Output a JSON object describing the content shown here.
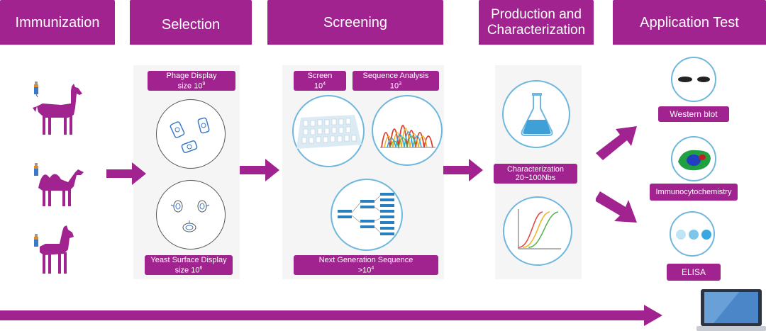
{
  "headers": {
    "immunization": "Immunization",
    "selection": "Selection",
    "screening": "Screening",
    "production": "Production and\nCharacterization",
    "application": "Application Test"
  },
  "selection": {
    "phage_display": "Phage Display",
    "phage_size": "size 10",
    "phage_exp": "9",
    "yeast_display": "Yeast Surface Display",
    "yeast_size": "size 10",
    "yeast_exp": "6"
  },
  "screening": {
    "screen": "Screen",
    "screen_num": "10",
    "screen_exp": "4",
    "sequence_analysis": "Sequence Analysis",
    "seq_num": "10",
    "seq_exp": "3",
    "ngs": "Next Generation Sequence",
    "ngs_num": ">10",
    "ngs_exp": "4"
  },
  "production": {
    "characterization": "Characterization",
    "range": "20~100Nbs"
  },
  "application": {
    "western_blot": "Western blot",
    "immunocytochemistry": "Immunocytochemistry",
    "elisa": "ELISA"
  },
  "colors": {
    "primary": "#a0238f",
    "accent_blue": "#6fb7dd"
  },
  "icons": [
    "llama-icon",
    "camel-icon",
    "alpaca-icon",
    "syringe-icon",
    "phage-icon",
    "yeast-icon",
    "plate-icon",
    "wave-chart-icon",
    "sequence-tree-icon",
    "flask-icon",
    "curve-chart-icon",
    "blot-icon",
    "cell-icon",
    "dots-icon",
    "laptop-icon"
  ]
}
